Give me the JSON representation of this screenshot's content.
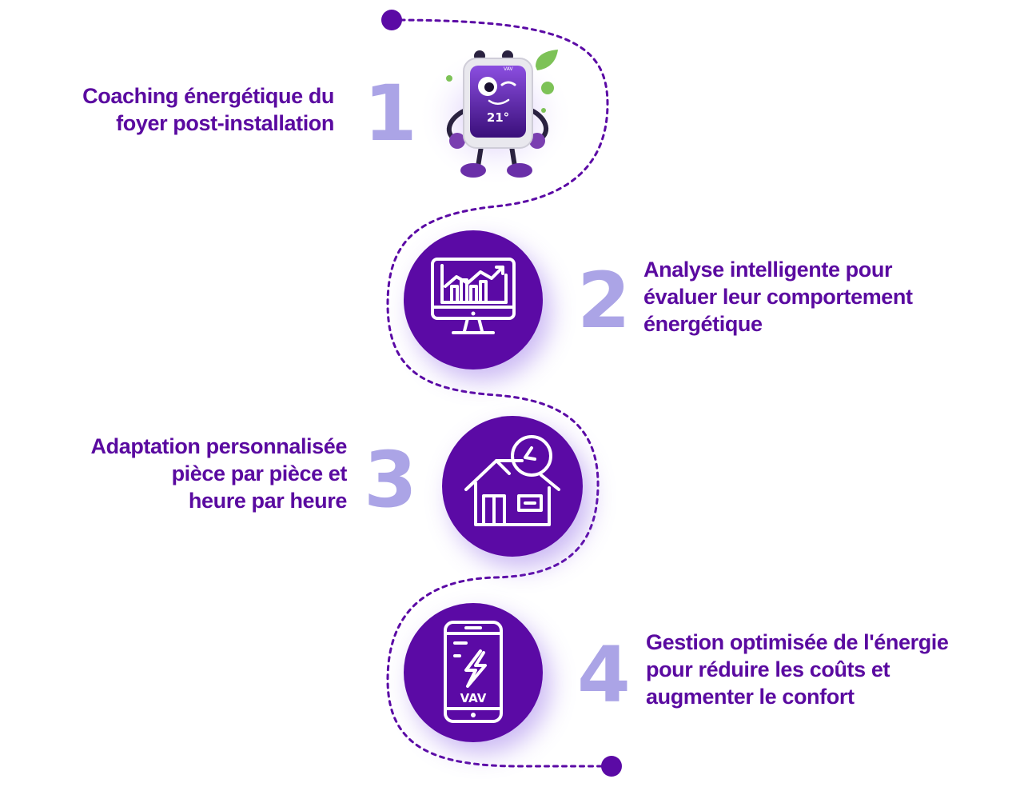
{
  "colors": {
    "primary": "#5b0aa5",
    "text": "#5a0aa0",
    "number": "#aba4e6",
    "path": "#5b0aa5",
    "glow": "#c9b6f7"
  },
  "steps": [
    {
      "number": "1",
      "lines": [
        "Coaching énergétique du",
        "foyer post-installation"
      ],
      "icon": "thermostat-mascot-icon"
    },
    {
      "number": "2",
      "lines": [
        "Analyse intelligente pour",
        "évaluer leur comportement",
        "énergétique"
      ],
      "icon": "monitor-analytics-icon"
    },
    {
      "number": "3",
      "lines": [
        "Adaptation personnalisée",
        "pièce par pièce et",
        "heure par heure"
      ],
      "icon": "house-clock-icon"
    },
    {
      "number": "4",
      "lines": [
        "Gestion optimisée de l'énergie",
        "pour réduire les coûts et",
        "augmenter le confort"
      ],
      "icon": "smartphone-app-icon"
    }
  ],
  "mascot": {
    "temperature": "21°",
    "brand": "VAV"
  },
  "phone_brand": "VAV"
}
